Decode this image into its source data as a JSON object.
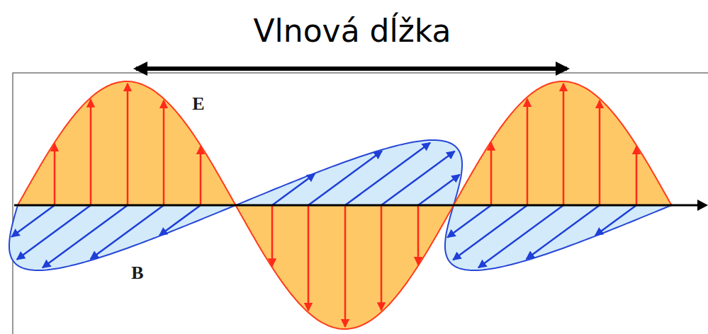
{
  "diagram": {
    "labels": [
      "Vlnová dĺžka",
      "E",
      "B"
    ]
  }
}
